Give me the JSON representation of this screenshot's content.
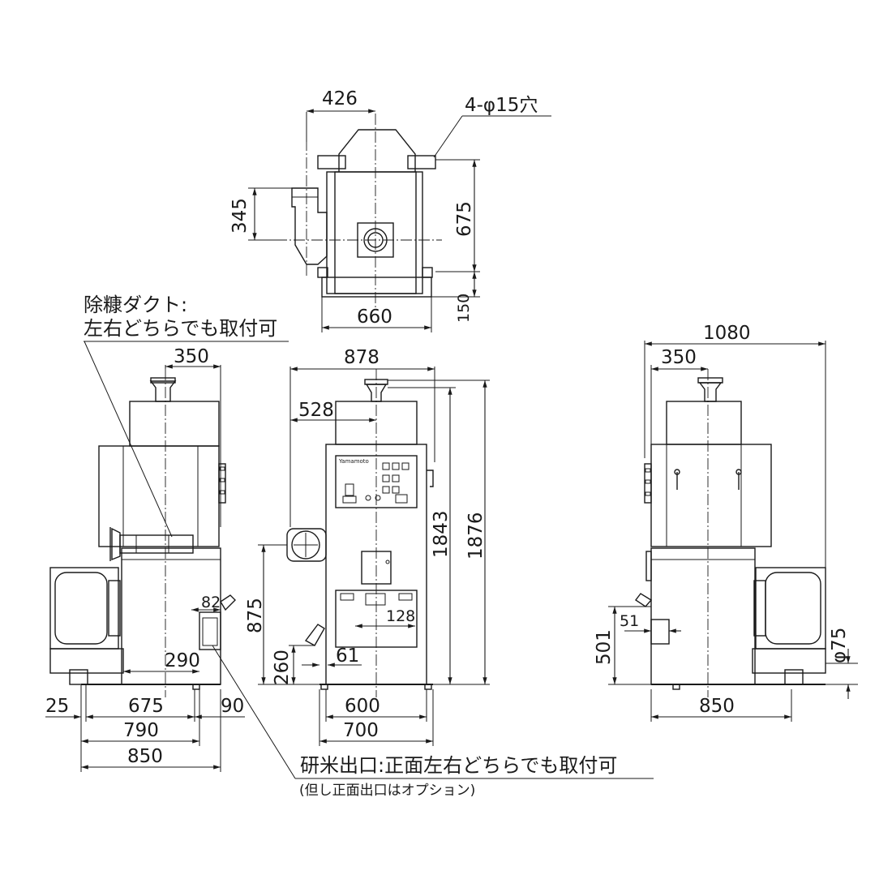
{
  "notes": {
    "bran_duct_line1": "除糠ダクト:",
    "bran_duct_line2": "左右どちらでも取付可",
    "outlet_line1": "研米出口:正面左右どちらでも取付可",
    "outlet_line2": "(但し正面出口はオプション)",
    "holes": "4-φ15穴",
    "logo": "Yamamoto"
  },
  "dimensions": {
    "top_426": "426",
    "top_345": "345",
    "top_675": "675",
    "top_660": "660",
    "top_150": "150",
    "left_350": "350",
    "left_82": "82",
    "left_290": "290",
    "left_25": "25",
    "left_675": "675",
    "left_90": "90",
    "left_790": "790",
    "left_850": "850",
    "front_878": "878",
    "front_528": "528",
    "front_1843": "1843",
    "front_1876": "1876",
    "front_875": "875",
    "front_128": "128",
    "front_260": "260",
    "front_61": "61",
    "front_600": "600",
    "front_700": "700",
    "right_1080": "1080",
    "right_350": "350",
    "right_51": "51",
    "right_501": "501",
    "right_phi75": "φ75",
    "right_850": "850"
  }
}
